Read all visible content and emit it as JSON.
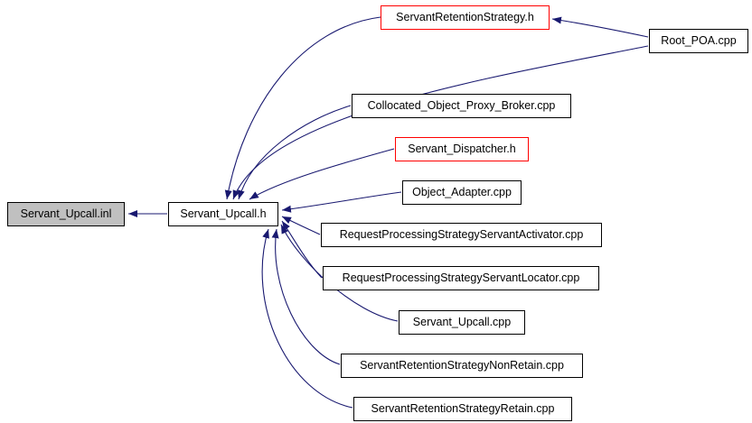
{
  "diagram": {
    "type": "include-dependency-graph",
    "colors": {
      "edge": "#191970",
      "node_border": "#000000",
      "current_node_fill": "#c0c0c0",
      "truncated_node_border": "#ff0000",
      "background": "#ffffff"
    },
    "nodes": [
      {
        "label": "Servant_Upcall.inl",
        "kind": "current"
      },
      {
        "label": "Servant_Upcall.h",
        "kind": "normal"
      },
      {
        "label": "ServantRetentionStrategy.h",
        "kind": "truncated"
      },
      {
        "label": "Root_POA.cpp",
        "kind": "normal"
      },
      {
        "label": "Collocated_Object_Proxy_Broker.cpp",
        "kind": "normal"
      },
      {
        "label": "Servant_Dispatcher.h",
        "kind": "truncated"
      },
      {
        "label": "Object_Adapter.cpp",
        "kind": "normal"
      },
      {
        "label": "RequestProcessingStrategyServantActivator.cpp",
        "kind": "normal"
      },
      {
        "label": "RequestProcessingStrategyServantLocator.cpp",
        "kind": "normal"
      },
      {
        "label": "Servant_Upcall.cpp",
        "kind": "normal"
      },
      {
        "label": "ServantRetentionStrategyNonRetain.cpp",
        "kind": "normal"
      },
      {
        "label": "ServantRetentionStrategyRetain.cpp",
        "kind": "normal"
      }
    ],
    "edges": [
      {
        "from": "Servant_Upcall.h",
        "to": "Servant_Upcall.inl"
      },
      {
        "from": "ServantRetentionStrategy.h",
        "to": "Servant_Upcall.h"
      },
      {
        "from": "Root_POA.cpp",
        "to": "ServantRetentionStrategy.h"
      },
      {
        "from": "Root_POA.cpp",
        "to": "Servant_Upcall.h"
      },
      {
        "from": "Collocated_Object_Proxy_Broker.cpp",
        "to": "Servant_Upcall.h"
      },
      {
        "from": "Servant_Dispatcher.h",
        "to": "Servant_Upcall.h"
      },
      {
        "from": "Object_Adapter.cpp",
        "to": "Servant_Upcall.h"
      },
      {
        "from": "RequestProcessingStrategyServantActivator.cpp",
        "to": "Servant_Upcall.h"
      },
      {
        "from": "RequestProcessingStrategyServantLocator.cpp",
        "to": "Servant_Upcall.h"
      },
      {
        "from": "Servant_Upcall.cpp",
        "to": "Servant_Upcall.h"
      },
      {
        "from": "ServantRetentionStrategyNonRetain.cpp",
        "to": "Servant_Upcall.h"
      },
      {
        "from": "ServantRetentionStrategyRetain.cpp",
        "to": "Servant_Upcall.h"
      }
    ]
  }
}
